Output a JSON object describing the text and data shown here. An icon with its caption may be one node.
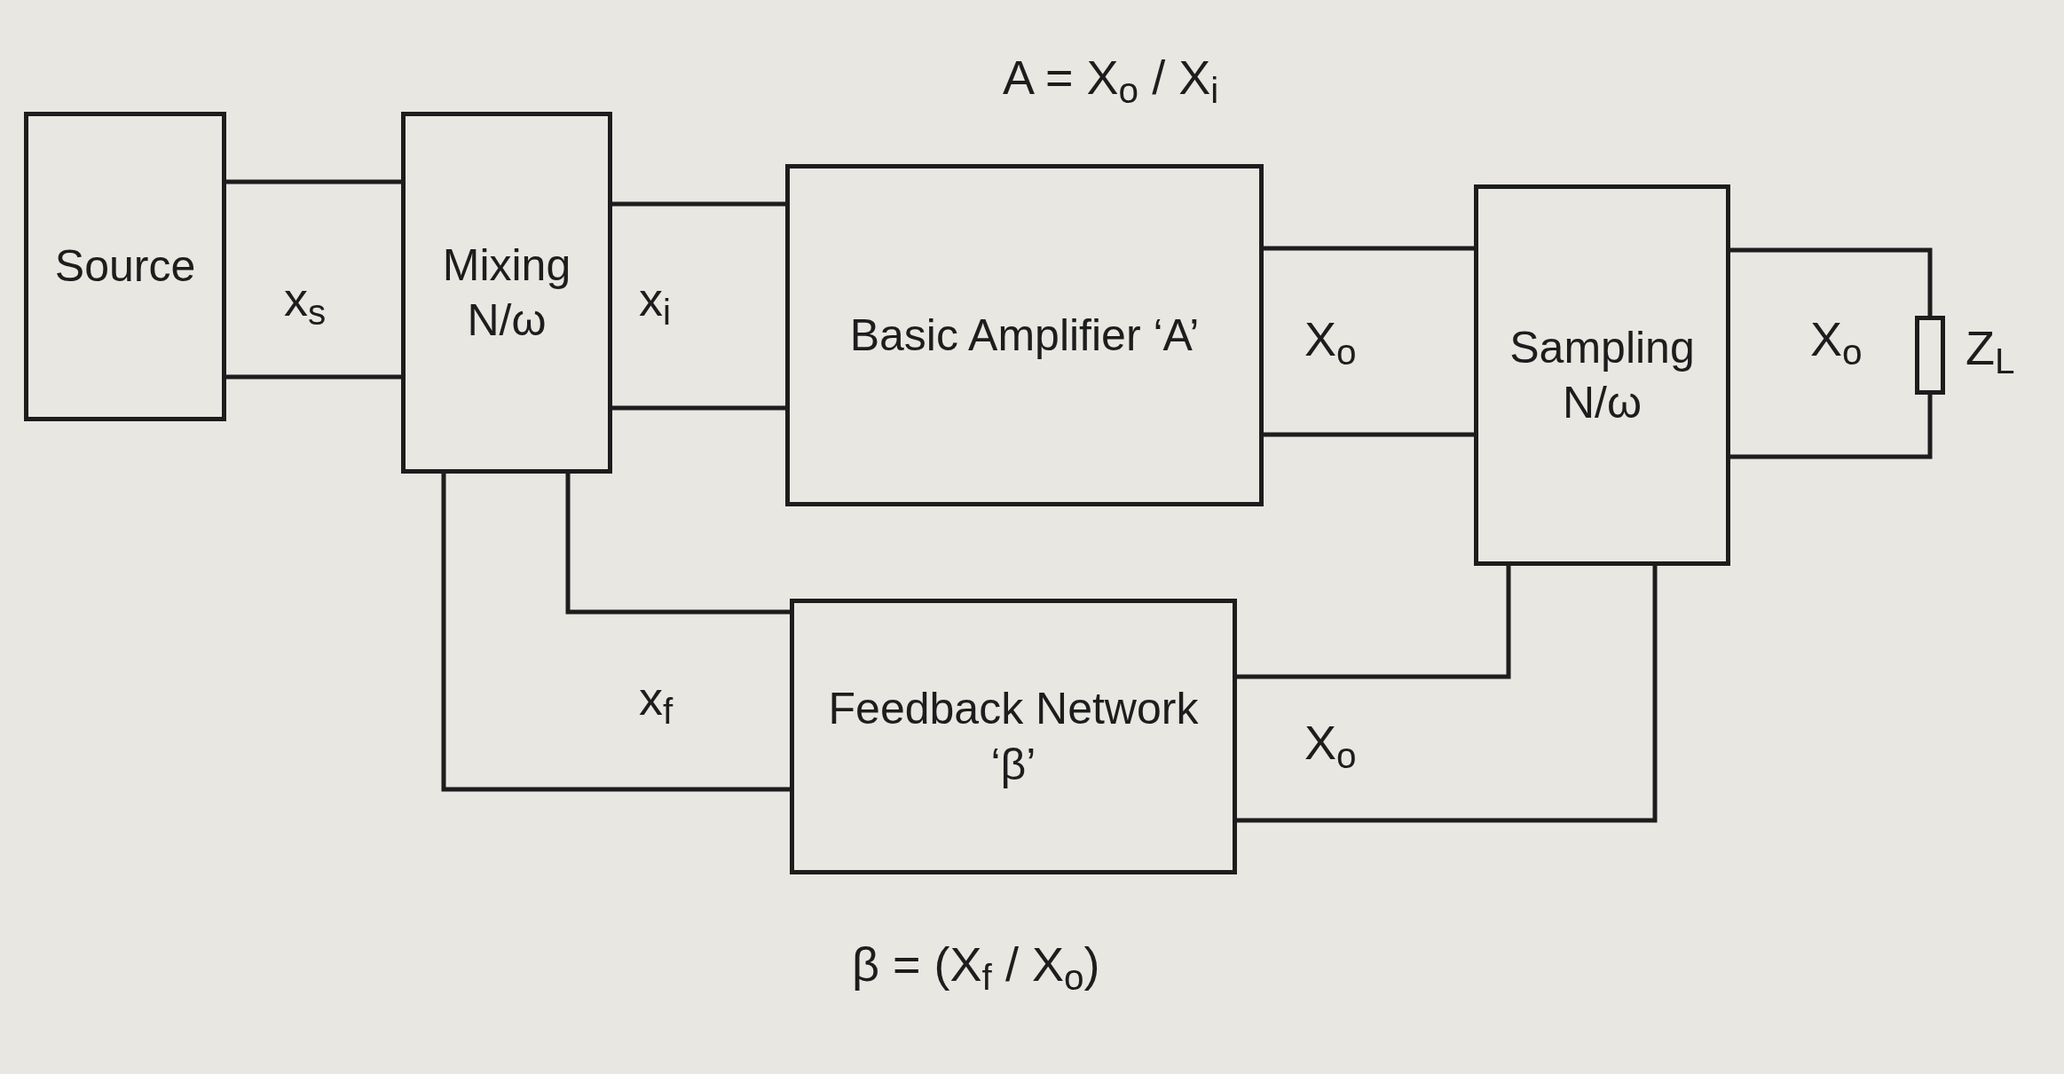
{
  "diagram": {
    "nodes": [
      {
        "text": [
          "Source"
        ]
      },
      {
        "text": [
          "Mixing N/ω"
        ]
      },
      {
        "text": [
          "Basic Amplifier ‘A’"
        ]
      },
      {
        "text": [
          "Sampling N/ω"
        ]
      },
      {
        "text": [],
        "shape": "box"
      },
      {
        "text": [
          "Feedback Network ‘β’"
        ]
      }
    ],
    "edges": [
      {
        "from": 0,
        "to": 1,
        "arrow": "none"
      },
      {
        "from": 0,
        "to": 1,
        "arrow": "none"
      },
      {
        "from": 1,
        "to": 2,
        "arrow": "none"
      },
      {
        "from": 1,
        "to": 2,
        "arrow": "none"
      },
      {
        "from": 2,
        "to": 3,
        "arrow": "none"
      },
      {
        "from": 2,
        "to": 3,
        "arrow": "none"
      },
      {
        "from": 3,
        "to": 4,
        "arrow": "none"
      },
      {
        "from": 3,
        "to": 4,
        "arrow": "none"
      },
      {
        "from": 3,
        "to": 5,
        "arrow": "none"
      },
      {
        "from": 3,
        "to": 5,
        "arrow": "none"
      },
      {
        "from": 5,
        "to": 1,
        "arrow": "none"
      },
      {
        "from": 5,
        "to": 1,
        "arrow": "none"
      }
    ],
    "labels": [
      "A = X$_{o}$ / X$_{i}$",
      "x$_{s}$",
      "x$_{i}$",
      "X$_{o}$",
      "X$_{o}$",
      "Z$_{L}$",
      "x$_{f}$",
      "X$_{o}$",
      "β = (X$_{f}$ / X$_{o}$)"
    ]
  }
}
